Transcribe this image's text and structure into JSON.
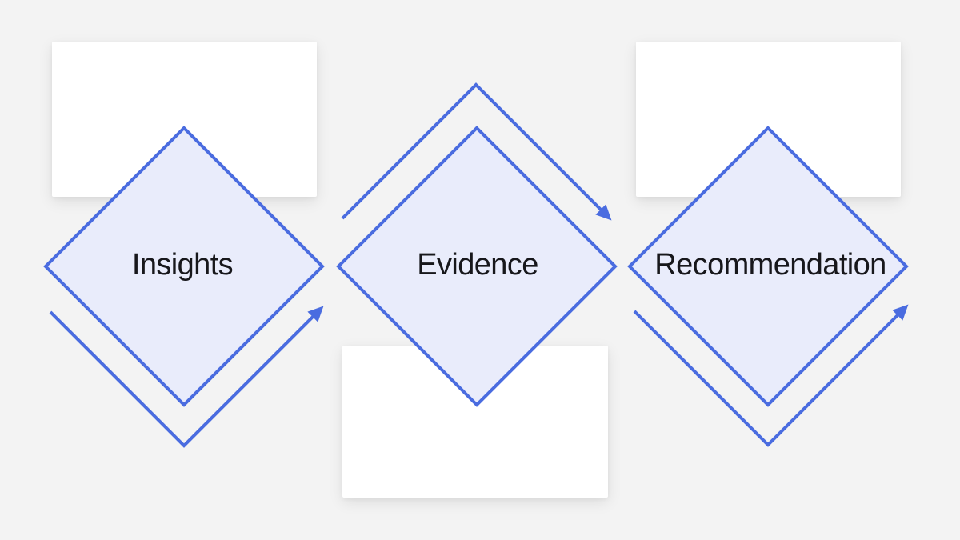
{
  "stages": [
    {
      "label": "Insights"
    },
    {
      "label": "Evidence"
    },
    {
      "label": "Recommendation"
    }
  ],
  "icons": {
    "arrow_under_insights": "arrow-up-right",
    "arrow_over_evidence": "arrow-down-right",
    "arrow_under_recommendation": "arrow-up-right"
  },
  "colors": {
    "background": "#f3f3f3",
    "accent": "#4a6ce0",
    "diamond_fill": "#e9ecfb",
    "card": "#ffffff",
    "label_text": "#17171b"
  }
}
